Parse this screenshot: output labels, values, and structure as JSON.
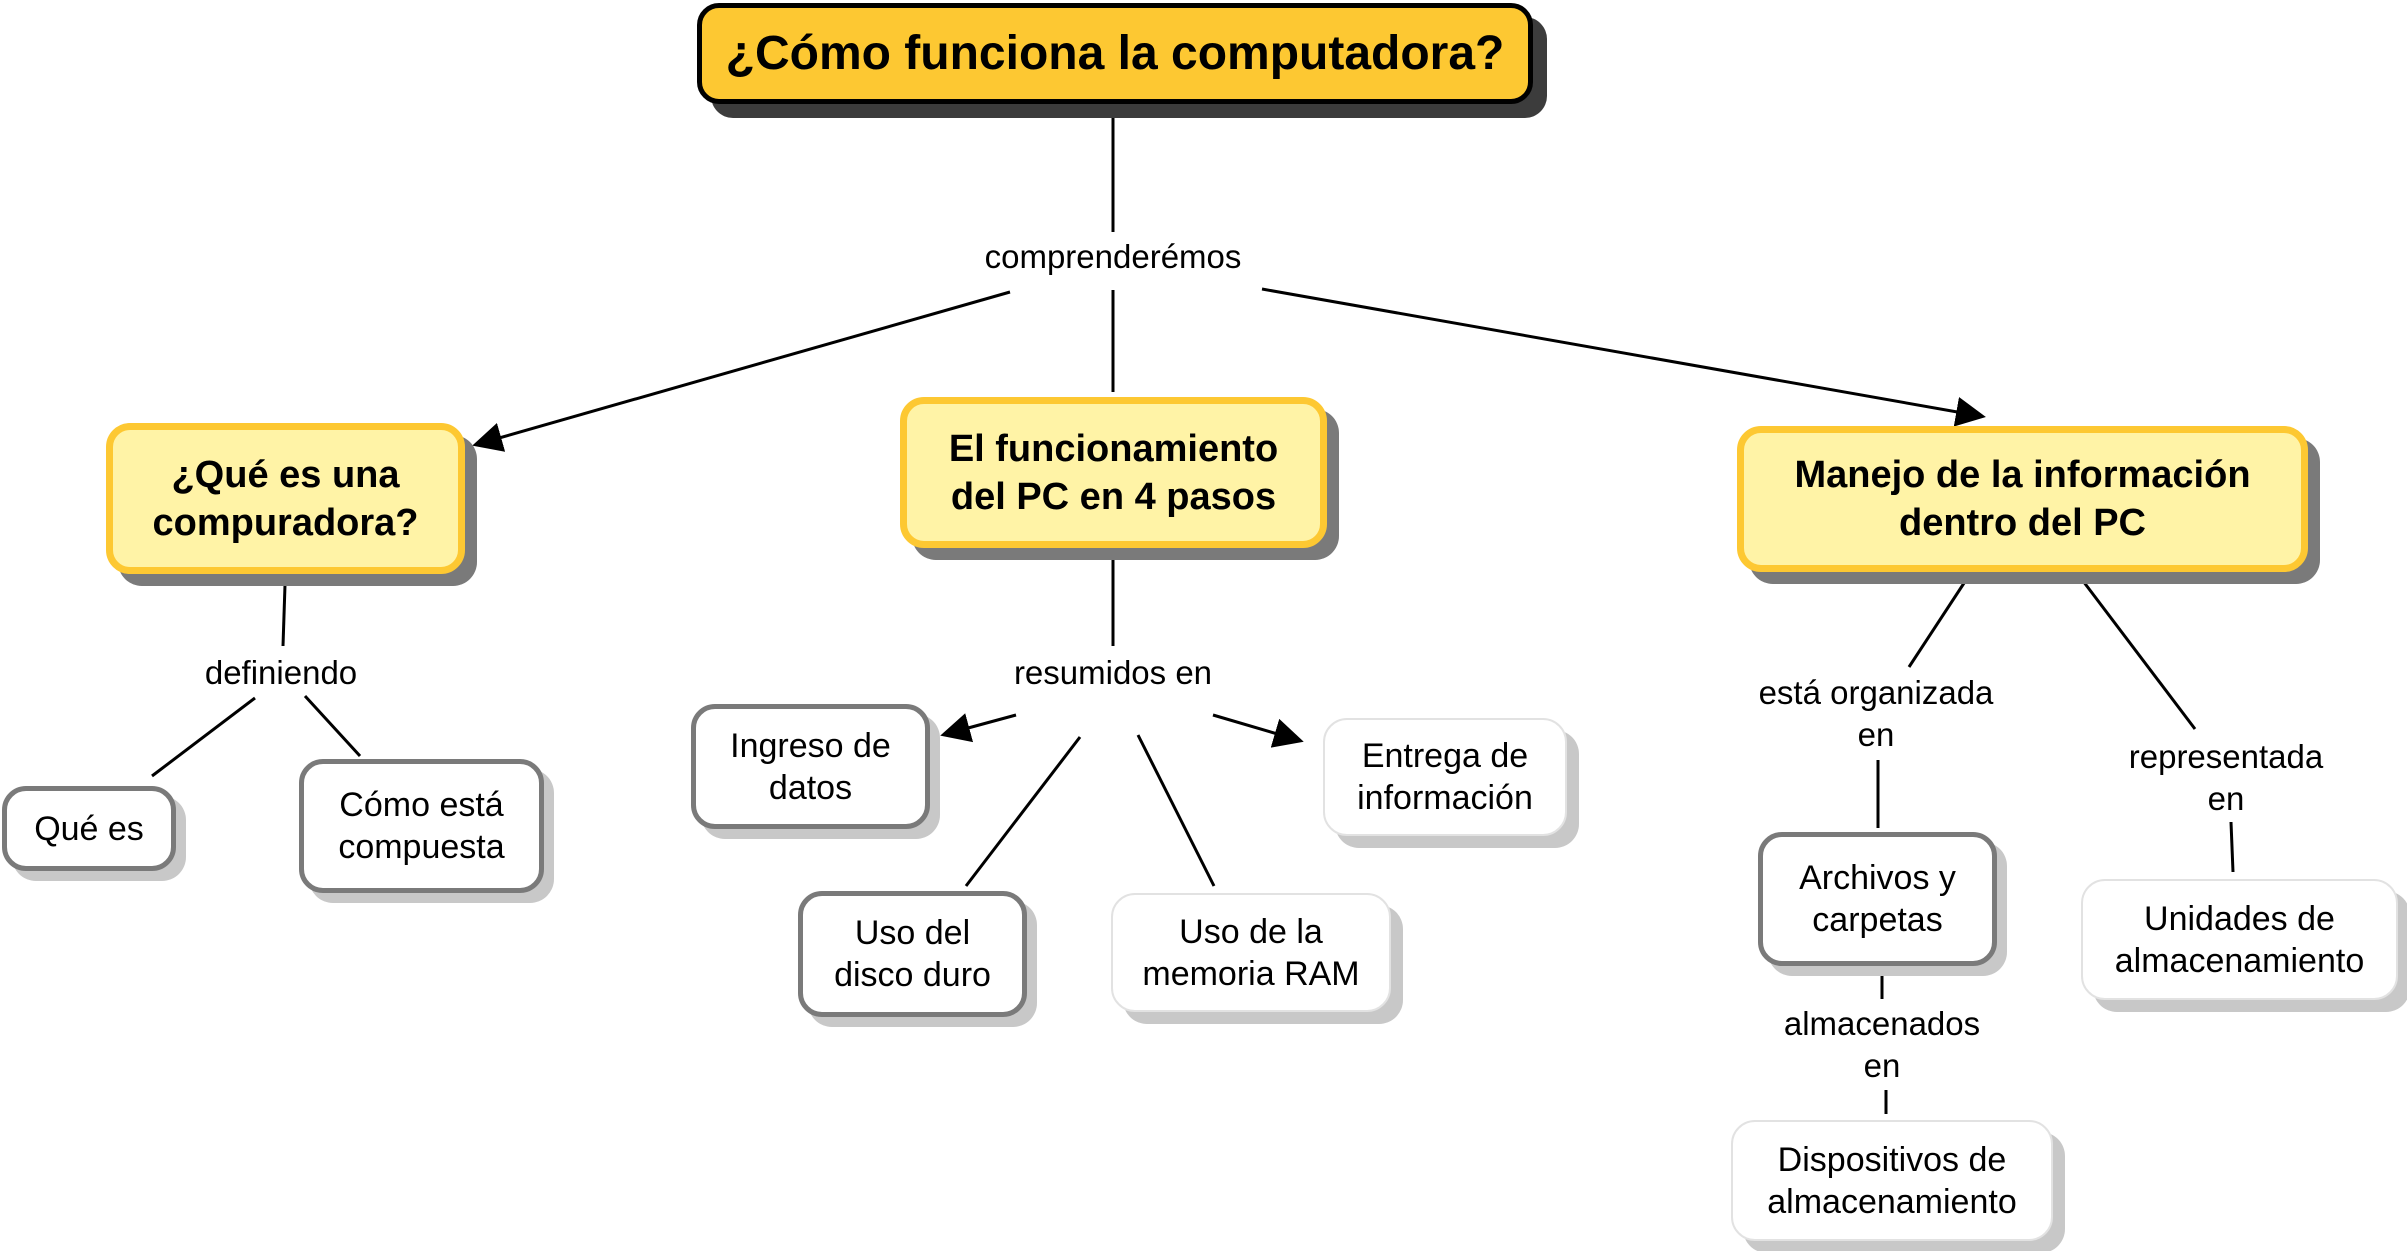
{
  "diagram": {
    "root": "¿Cómo funciona la computadora?",
    "link_root": "comprenderémos",
    "branch_what": "¿Qué es una compuradora?",
    "link_what": "definiendo",
    "what_is": "Qué es",
    "what_composed": "Cómo está compuesta",
    "branch_steps": "El funcionamiento del PC en 4 pasos",
    "link_steps": "resumidos en",
    "step_input": "Ingreso de datos",
    "step_disk": "Uso del disco duro",
    "step_ram": "Uso de la memoria RAM",
    "step_output": "Entrega de información",
    "branch_info": "Manejo de la información dentro del PC",
    "link_organized": "está organizada en",
    "files_folders": "Archivos y carpetas",
    "link_stored": "almacenados en",
    "storage_devices": "Dispositivos de almacenamiento",
    "link_represented": "representada en",
    "storage_units": "Unidades de almacenamiento"
  }
}
